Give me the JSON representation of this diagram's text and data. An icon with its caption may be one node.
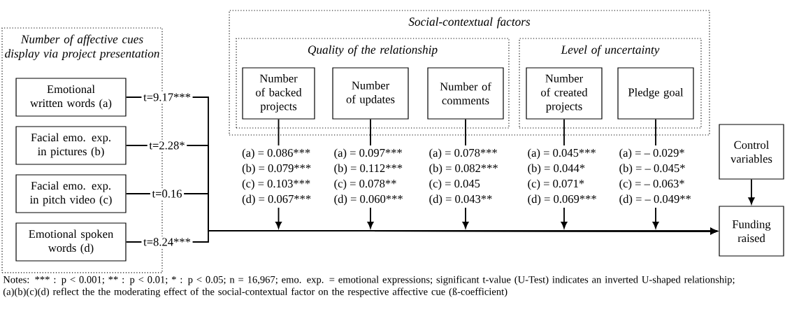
{
  "diagram": {
    "caption": "Notes: *** : p < 0.001; ** : p < 0.01; * : p < 0.05; n = 16,967; emo. exp. = emotional expressions; significant t-value (U-Test) indicates an inverted U-shaped relationship; (a)(b)(c)(d) reflect the the moderating effect of the social-contextual factor on the respective affective cue (ß-coefficient)",
    "nodes": [
      {
        "text": [
          "Number of affective cues display via project presentation"
        ]
      },
      {
        "text": [
          "Emotional written words (a)"
        ],
        "in": 0
      },
      {
        "text": [
          "Facial emo. exp. in pictures (b)"
        ],
        "in": 0
      },
      {
        "text": [
          "Facial emo. exp. in pitch video (c)"
        ],
        "in": 0
      },
      {
        "text": [
          "Emotional spoken words (d)"
        ],
        "in": 0
      },
      {
        "text": [
          "Social-contextual factors"
        ]
      },
      {
        "text": [
          "Quality of the relationship"
        ],
        "in": 5
      },
      {
        "text": [
          "Number of backed projects"
        ],
        "in": 6,
        "beside": [
          "(a) = 0.086***",
          "(b) = 0.079***",
          "(c) = 0.103***",
          "(d) = 0.067***"
        ]
      },
      {
        "text": [
          "Number of updates"
        ],
        "in": 6,
        "beside": [
          "(a) = 0.097***",
          "(b) = 0.112***",
          "(c) = 0.078**",
          "(d) = 0.060***"
        ]
      },
      {
        "text": [
          "Number of comments"
        ],
        "in": 6,
        "beside": [
          "(a) = 0.078***",
          "(b) = 0.082***",
          "(c) = 0.045",
          "(d) = 0.043**"
        ]
      },
      {
        "text": [
          "Level of uncertainty"
        ],
        "in": 5
      },
      {
        "text": [
          "Number of created projects"
        ],
        "in": 10,
        "beside": [
          "(a) = 0.045***",
          "(b) = 0.044*",
          "(c) = 0.071*",
          "(d) = 0.069***"
        ]
      },
      {
        "text": [
          "Pledge goal"
        ],
        "in": 10,
        "beside": [
          "(a) = – 0.029*",
          "(b) = – 0.045*",
          "(c) = – 0.063*",
          "(d) = – 0.049**"
        ]
      },
      {
        "text": [
          "Control variables"
        ]
      },
      {
        "text": [
          "Funding raised"
        ]
      }
    ],
    "edges": [
      {
        "from": 1,
        "to": 14,
        "arrow": "to",
        "label": "t=9.17***"
      },
      {
        "from": 2,
        "to": 14,
        "arrow": "to",
        "label": "t=2.28*"
      },
      {
        "from": 3,
        "to": 14,
        "arrow": "to",
        "label": "t=0.16"
      },
      {
        "from": 4,
        "to": 14,
        "arrow": "to",
        "label": "t=8.24***"
      },
      {
        "from": 7,
        "to": null,
        "arrow": "to"
      },
      {
        "from": 8,
        "to": null,
        "arrow": "to"
      },
      {
        "from": 9,
        "to": null,
        "arrow": "to"
      },
      {
        "from": 11,
        "to": null,
        "arrow": "to"
      },
      {
        "from": 12,
        "to": null,
        "arrow": "to"
      },
      {
        "from": 13,
        "to": 14,
        "arrow": "to"
      }
    ]
  }
}
